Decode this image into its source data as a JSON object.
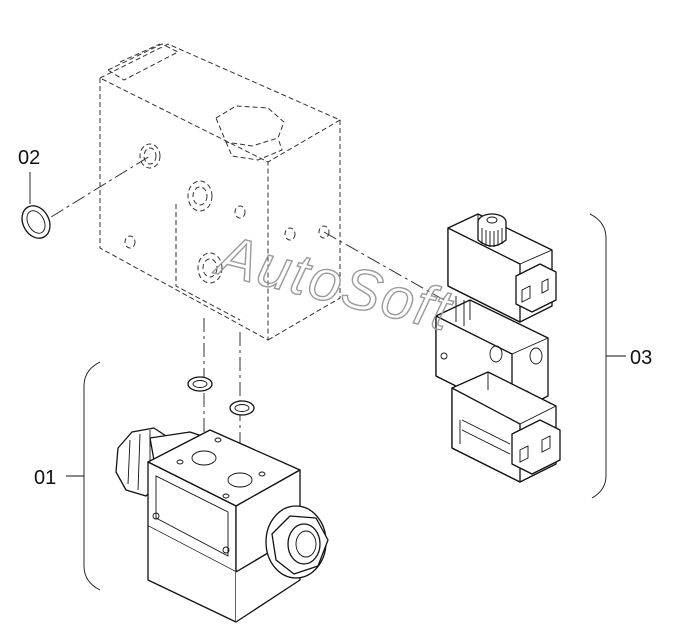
{
  "callouts": {
    "c01": "01",
    "c02": "02",
    "c03": "03"
  },
  "watermark": "AutoSoft"
}
